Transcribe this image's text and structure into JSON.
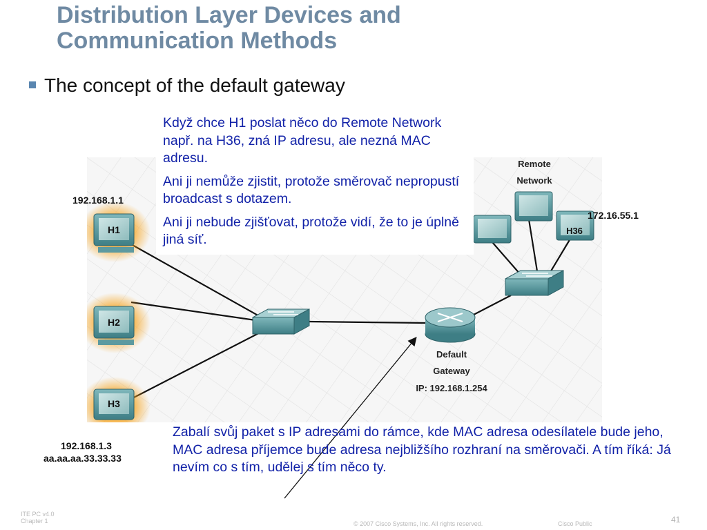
{
  "title_line1": "Distribution Layer Devices and",
  "title_line2": "Communication Methods",
  "bullet": "The concept of the default gateway",
  "callout_top": [
    "Když chce H1 poslat něco do Remote Network např. na H36, zná IP adresu, ale nezná MAC adresu.",
    "Ani ji nemůže zjistit, protože směrovač nepropustí broadcast s dotazem.",
    "Ani ji nebude zjišťovat, protože vidí, že to je úplně jiná síť."
  ],
  "callout_bottom": "Zabalí svůj paket s IP adresami do rámce, kde MAC adresa odesílatele bude jeho, MAC adresa příjemce bude adresa nejbližšího rozhraní na směrovači. A tím říká: Já nevím co s tím, udělej s tím něco ty.",
  "hosts": {
    "h1": "H1",
    "h2": "H2",
    "h3": "H3",
    "h36": "H36"
  },
  "h1_ip": "192.168.1.1",
  "h36_ip": "172.16.55.1",
  "h3_ip": "192.168.1.3",
  "h3_mac": "aa.aa.aa.33.33.33",
  "remote_line1": "Remote",
  "remote_line2": "Network",
  "gateway_line1": "Default",
  "gateway_line2": "Gateway",
  "gateway_ip": "IP: 192.168.1.254",
  "footer": {
    "left_line1": "ITE PC v4.0",
    "left_line2": "Chapter 1",
    "copyright": "© 2007 Cisco Systems, Inc. All rights reserved.",
    "public": "Cisco Public",
    "page": "41"
  },
  "colors": {
    "title": "#6f8aa3",
    "callout_text": "#1222a8",
    "device_teal": "#4f8f95",
    "host_glow": "#f5a623",
    "link": "#111111"
  }
}
